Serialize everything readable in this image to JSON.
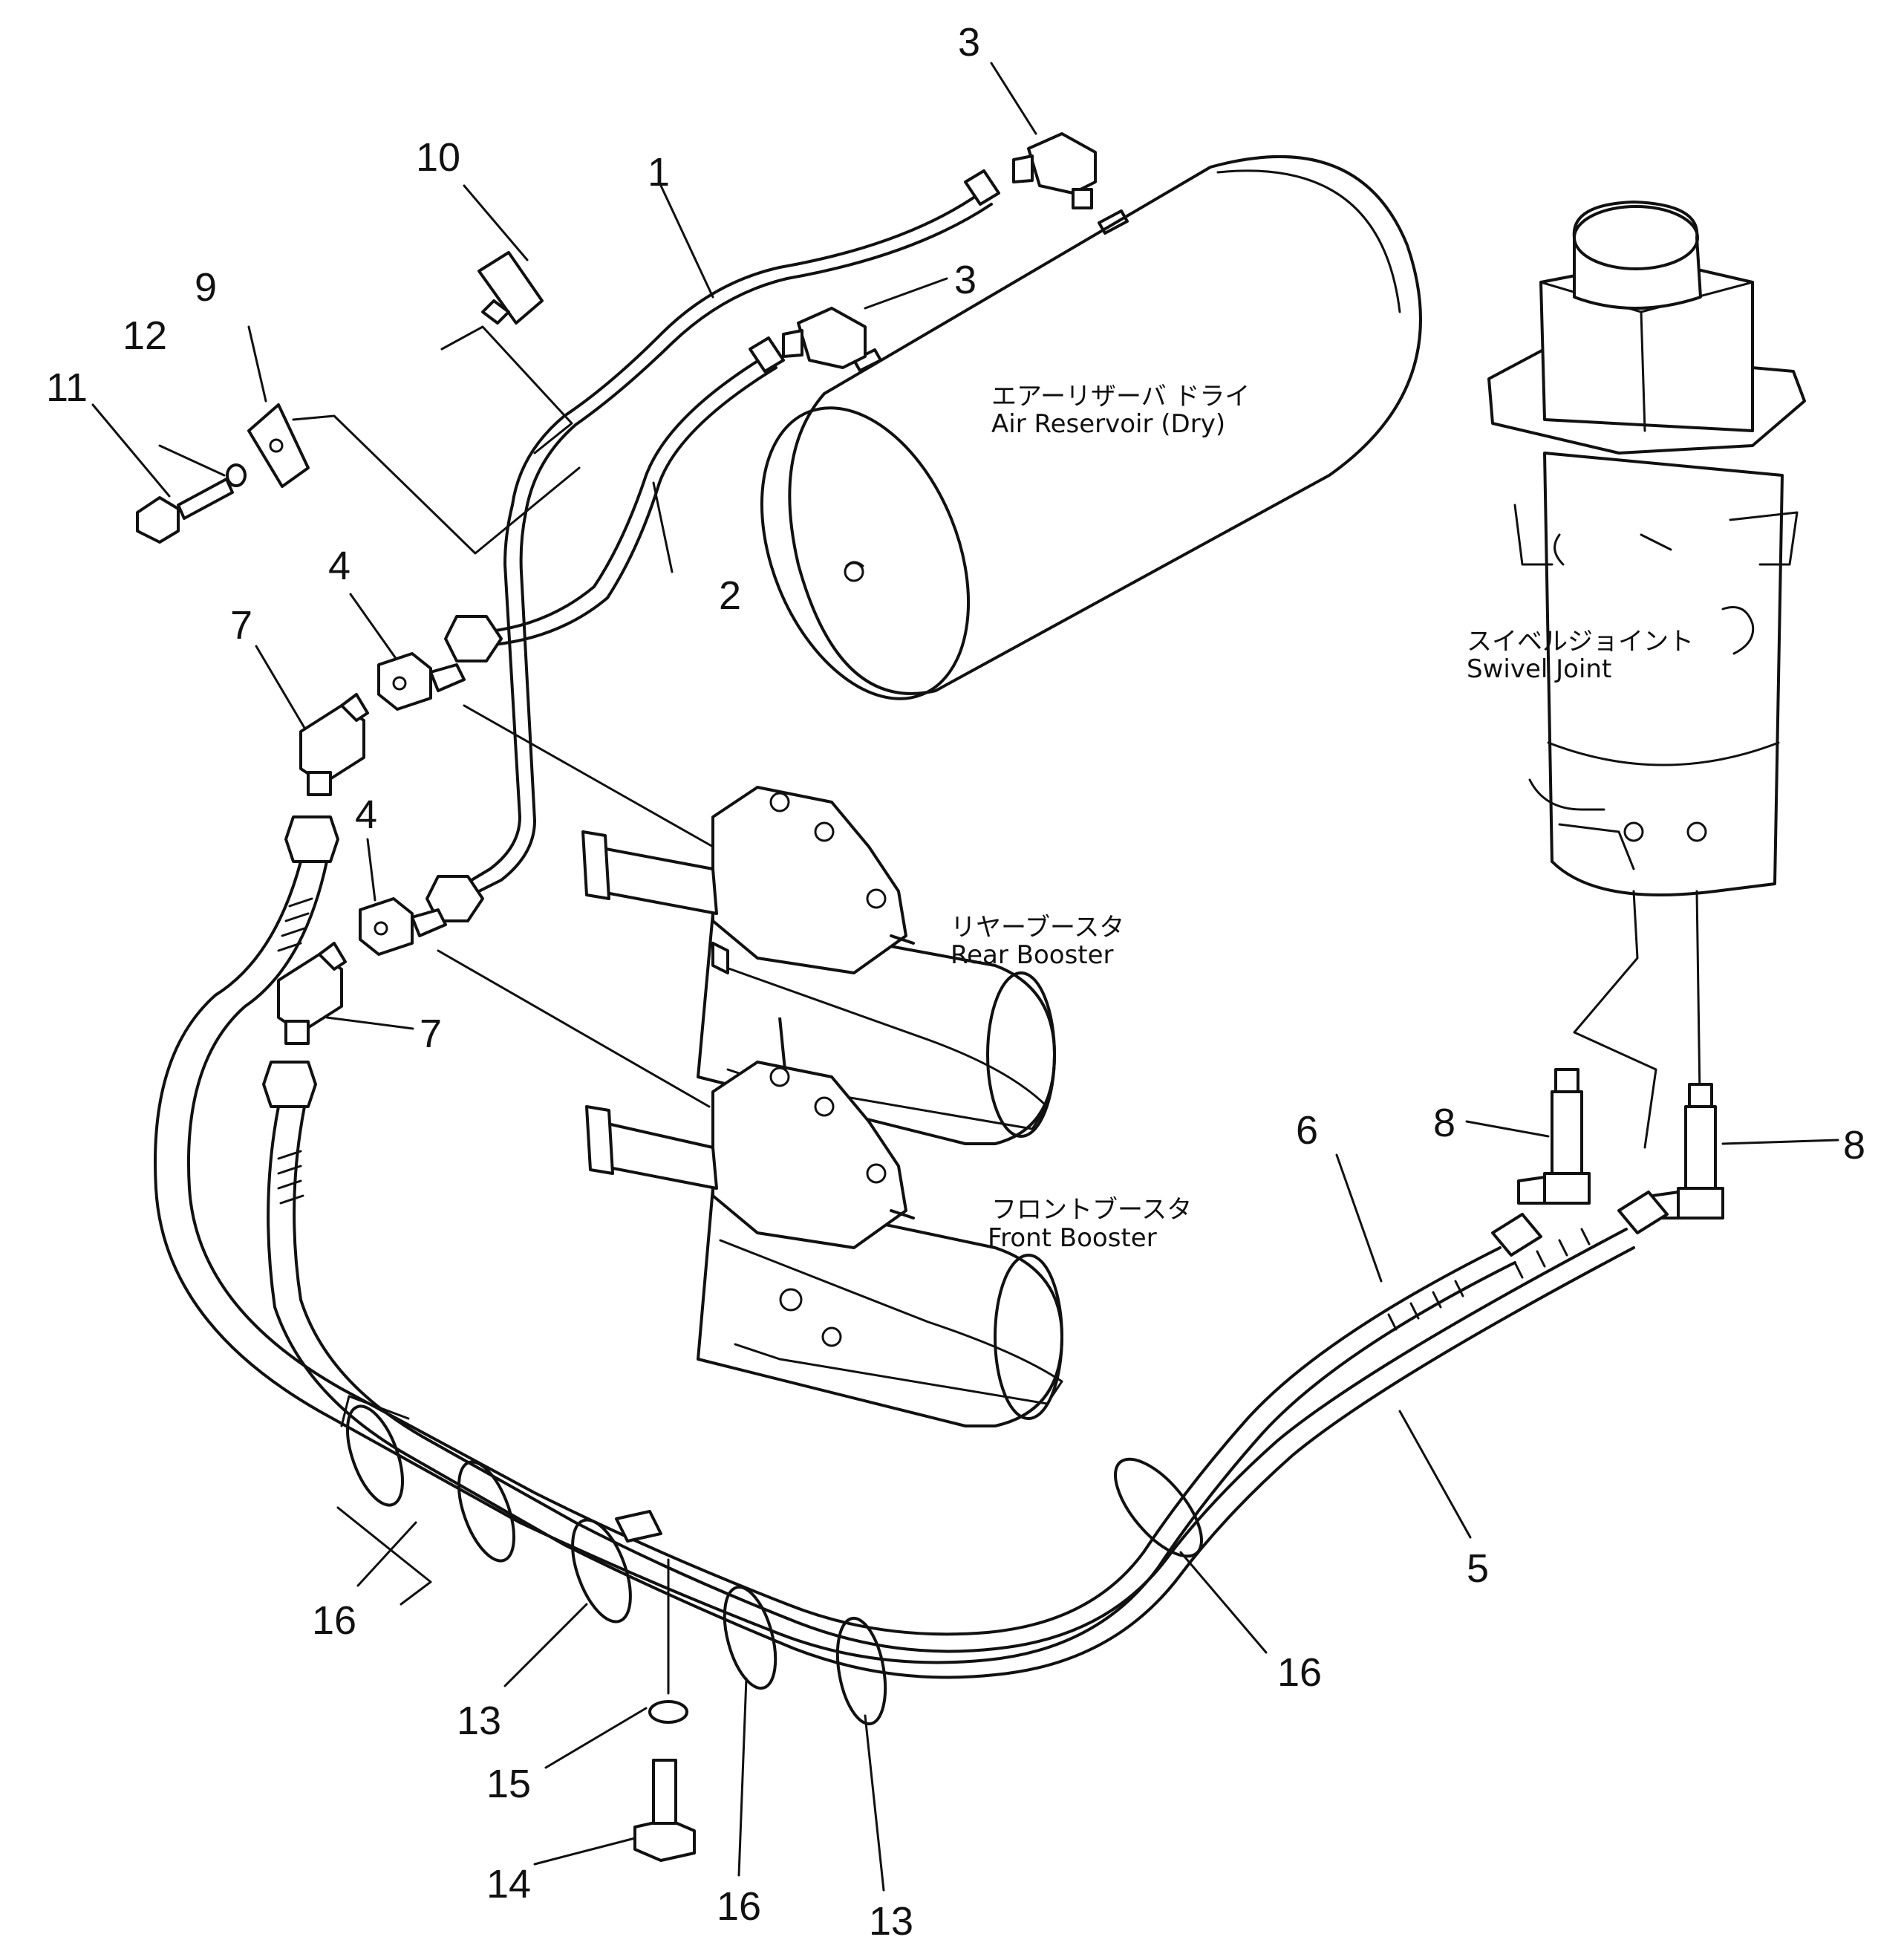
{
  "labels": {
    "air_reservoir_jp": "エアーリザーバ ドライ",
    "air_reservoir_en": "Air Reservoir (Dry)",
    "swivel_joint_jp": "スイベルジョイント",
    "swivel_joint_en": "Swivel Joint",
    "rear_booster_jp": "リヤーブースタ",
    "rear_booster_en": "Rear Booster",
    "front_booster_jp": "フロントブースタ",
    "front_booster_en": "Front Booster"
  },
  "part_numbers": {
    "p1": "1",
    "p2": "2",
    "p3a": "3",
    "p3b": "3",
    "p4a": "4",
    "p4b": "4",
    "p5": "5",
    "p6": "6",
    "p7a": "7",
    "p7b": "7",
    "p8a": "8",
    "p8b": "8",
    "p9": "9",
    "p10": "10",
    "p11": "11",
    "p12": "12",
    "p13a": "13",
    "p13b": "13",
    "p14": "14",
    "p15": "15",
    "p16a": "16",
    "p16b": "16",
    "p16c": "16"
  }
}
